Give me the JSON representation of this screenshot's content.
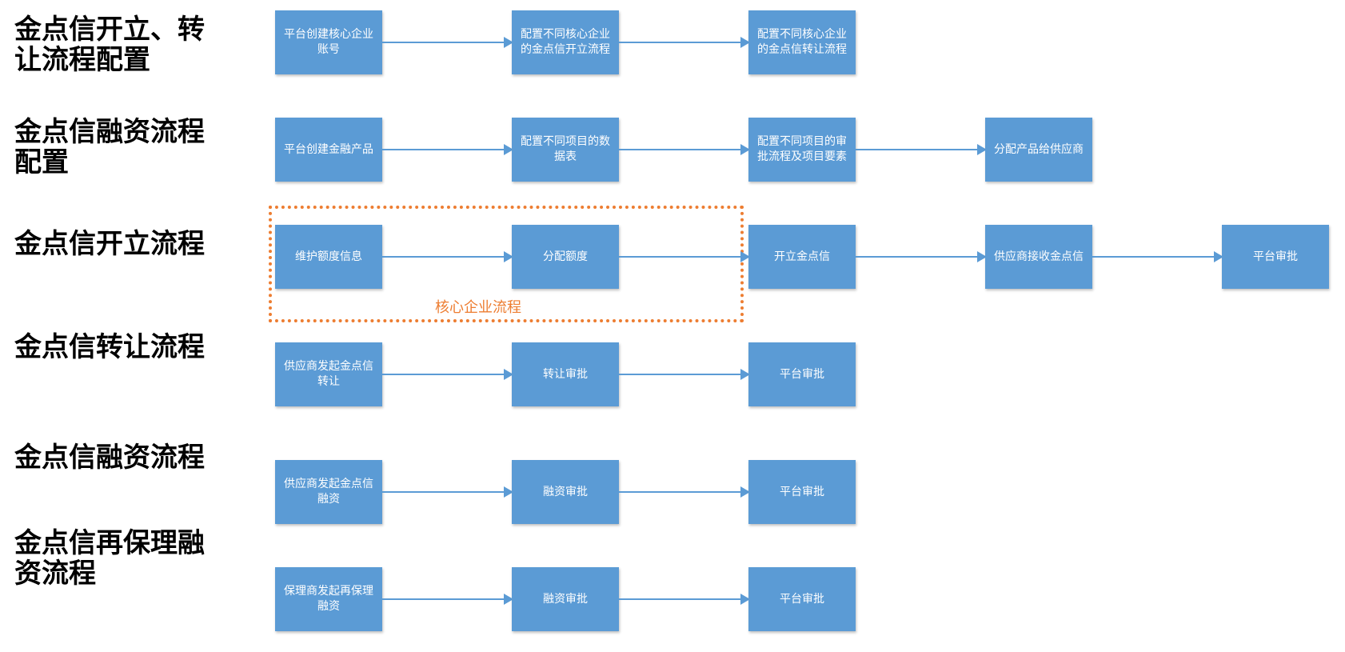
{
  "colors": {
    "box_fill": "#5b9bd5",
    "box_text": "#ffffff",
    "arrow": "#5b9bd5",
    "group_border": "#ed7d31",
    "title_text": "#000000"
  },
  "rows": [
    {
      "title": "金点信开立、转\n让流程配置",
      "steps": [
        "平台创建核心企业账号",
        "配置不同核心企业的金点信开立流程",
        "配置不同核心企业的金点信转让流程"
      ]
    },
    {
      "title": "金点信融资流程\n配置",
      "steps": [
        "平台创建金融产品",
        "配置不同项目的数据表",
        "配置不同项目的审批流程及项目要素",
        "分配产品给供应商"
      ]
    },
    {
      "title": "金点信开立流程",
      "steps": [
        "维护额度信息",
        "分配额度",
        "开立金点信",
        "供应商接收金点信",
        "平台审批"
      ],
      "group_label": "核心企业流程"
    },
    {
      "title": "金点信转让流程",
      "steps": [
        "供应商发起金点信转让",
        "转让审批",
        "平台审批"
      ]
    },
    {
      "title": "金点信融资流程",
      "steps": [
        "供应商发起金点信融资",
        "融资审批",
        "平台审批"
      ]
    },
    {
      "title": "金点信再保理融\n资流程",
      "steps": [
        "保理商发起再保理融资",
        "融资审批",
        "平台审批"
      ]
    }
  ]
}
